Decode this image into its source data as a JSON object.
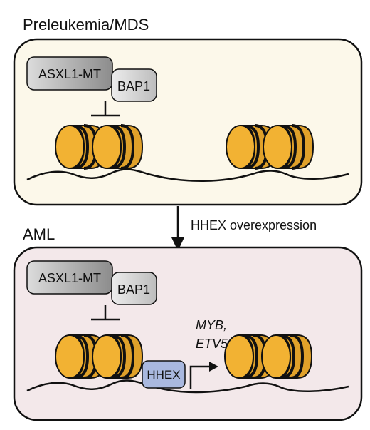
{
  "panels": {
    "top": {
      "title": "Preleukemia/MDS"
    },
    "bottom": {
      "title": "AML"
    }
  },
  "transition": {
    "label": "HHEX overexpression"
  },
  "proteins": {
    "asxl1": "ASXL1-MT",
    "bap1": "BAP1",
    "hhex": "HHEX"
  },
  "targets": {
    "line1": "MYB,",
    "line2": "ETV5"
  },
  "colors": {
    "top_panel_fill": "#fcf8ea",
    "bottom_panel_fill": "#f3e8ea",
    "nucleosome": "#f2b233",
    "hhex_fill": "#a9b8df",
    "asxl1_fill": "#bdbdbd",
    "bap1_fill": "#d9d9d9"
  }
}
